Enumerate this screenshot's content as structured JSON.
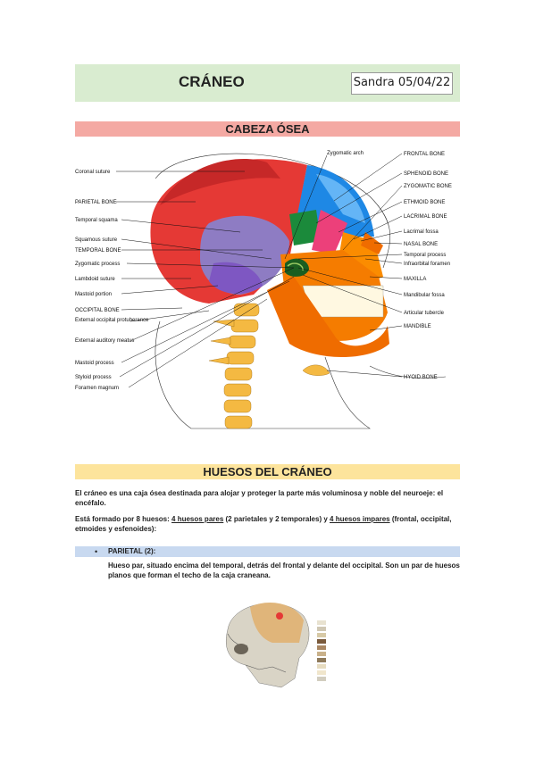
{
  "header": {
    "title": "CRÁNEO",
    "author_date": "Sandra 05/04/22"
  },
  "section1": {
    "title": "CABEZA ÓSEA"
  },
  "figure_labels": {
    "left": [
      "Coronal suture",
      "PARIETAL BONE",
      "Temporal squama",
      "Squamous suture",
      "TEMPORAL BONE",
      "Zygomatic process",
      "Lambdoid suture",
      "Mastoid portion",
      "OCCIPITAL BONE",
      "External occipital protuberance",
      "External auditory meatus",
      "Mastoid process",
      "Styloid process",
      "Foramen magnum"
    ],
    "top": "Zygomatic arch",
    "right": [
      "FRONTAL BONE",
      "SPHENOID BONE",
      "ZYGOMATIC BONE",
      "ETHMOID BONE",
      "LACRIMAL BONE",
      "Lacrimal fossa",
      "NASAL BONE",
      "Temporal process",
      "Infraorbital foramen",
      "MAXILLA",
      "Mandibular fossa",
      "Articular tubercle",
      "MANDIBLE",
      "HYOID BONE"
    ]
  },
  "section2": {
    "title": "HUESOS DEL CRÁNEO",
    "para1": "El cráneo es una caja ósea destinada para alojar y proteger la parte más voluminosa y noble del neuroeje: el encéfalo.",
    "para2": {
      "a": "Está formado por 8 huesos: ",
      "b": "4 huesos pares",
      "c": " (2 parietales y 2 temporales) y ",
      "d": "4 huesos impares",
      "e": " (frontal, occipital, etmoides y esfenoides):"
    },
    "bullet": {
      "dot": "•",
      "title": "PARIETAL (2):",
      "text": "Hueso par, situado encima del temporal, detrás del frontal y delante del occipital. Son un par de huesos planos que forman el techo de la caja craneana."
    }
  },
  "colors": {
    "header_bg": "#d9ecd0",
    "pink_band": "#f4a9a3",
    "yellow_band": "#fde49c",
    "blue_band": "#c8d9f0"
  }
}
